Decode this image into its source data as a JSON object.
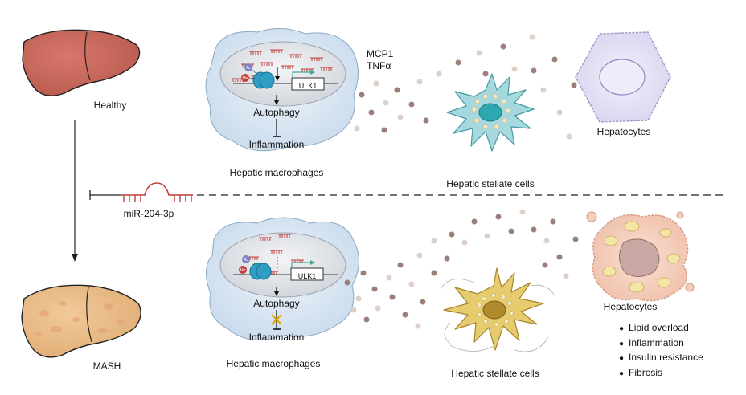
{
  "states": {
    "healthy": "Healthy",
    "mash": "MASH"
  },
  "mirna": "miR-204-3p",
  "top": {
    "macrophage_label": "Hepatic macrophages",
    "ulk1": "ULK1",
    "autophagy": "Autophagy",
    "inflammation": "Inflammation",
    "cytokine_1": "MCP1",
    "cytokine_2": "TNFα",
    "stellate_label": "Hepatic stellate cells",
    "hepatocyte_label": "Hepatocytes"
  },
  "bottom": {
    "macrophage_label": "Hepatic macrophages",
    "ulk1": "ULK1",
    "autophagy": "Autophagy",
    "inflammation": "Inflammation",
    "stellate_label": "Hepatic stellate cells",
    "hepatocyte_label": "Hepatocytes",
    "outcomes": [
      "Lipid overload",
      "Inflammation",
      "Insulin resistance",
      "Fibrosis"
    ]
  },
  "histone_marks": {
    "acetyl": "Ac",
    "methyl": "Me"
  },
  "colors": {
    "healthy_liver": "#c8665a",
    "mash_liver": "#e9bc86",
    "macrophage": "#dce8f3",
    "nucleus": "#e3e6ea",
    "mirna": "#c0403a",
    "stellate_quiescent": "#a6d9de",
    "stellate_activated": "#e6cc6e",
    "hepatocyte_healthy": "#e6e4f5",
    "hepatocyte_mash": "#f4cdbb",
    "particle_dark": "#9b7f79",
    "particle_light": "#dcd0c8"
  }
}
